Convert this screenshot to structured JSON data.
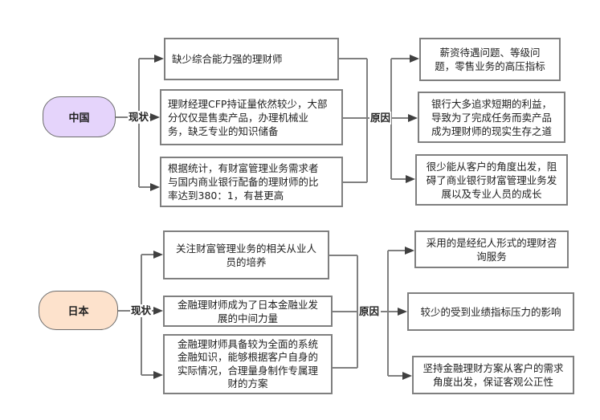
{
  "colors": {
    "china_pill": "#e5d4fb",
    "japan_pill": "#fde2cc",
    "line": "#808080",
    "arrow": "#404040"
  },
  "china": {
    "name": "中国",
    "status_label": "现状",
    "reason_label": "原因",
    "status": [
      "缺少综合能力强的理财师",
      "理财经理CFP持证量依然较少，大部\n分仅仅是售卖产品，办理机械业\n务，缺乏专业的知识储备",
      "根据统计，有财富管理业务需求者\n与国内商业银行配备的理财师的比\n率达到380：1，有甚更高"
    ],
    "reasons": [
      "薪资待遇问题、等级问\n题，零售业务的高压指标",
      "银行大多追求短期的利益，\n导致为了完成任务而卖产品\n成为理财师的现实生存之道",
      "很少能从客户的角度出发，阻\n碍了商业银行财富管理业务发\n展以及专业人员的成长"
    ]
  },
  "japan": {
    "name": "日本",
    "status_label": "现状",
    "reason_label": "原因",
    "status": [
      "关注财富管理业务的相关从业人\n员的培养",
      "金融理财师成为了日本金融业发\n展的中间力量",
      "金融理财师具备较为全面的系统\n金融知识，能够根据客户自身的\n实际情况，合理量身制作专属理\n财的方案"
    ],
    "reasons": [
      "采用的是经纪人形式的理财咨\n询服务",
      "较少的受到业绩指标压力的影响",
      "坚持金融理财方案从客户的需求\n角度出发，保证客观公正性"
    ]
  }
}
